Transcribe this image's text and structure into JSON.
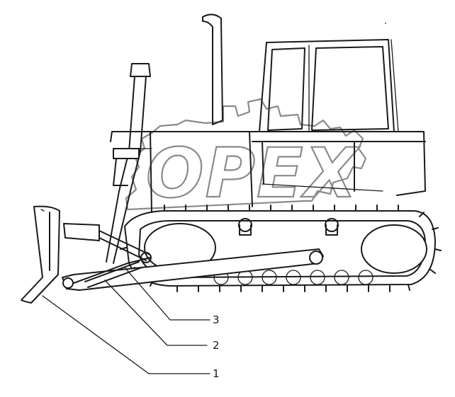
{
  "watermark": {
    "text": "OPEX"
  },
  "callouts": [
    {
      "id": "callout-1",
      "label": "1"
    },
    {
      "id": "callout-2",
      "label": "2"
    },
    {
      "id": "callout-3",
      "label": "3"
    }
  ],
  "icons": [
    "gear-watermark-icon"
  ]
}
